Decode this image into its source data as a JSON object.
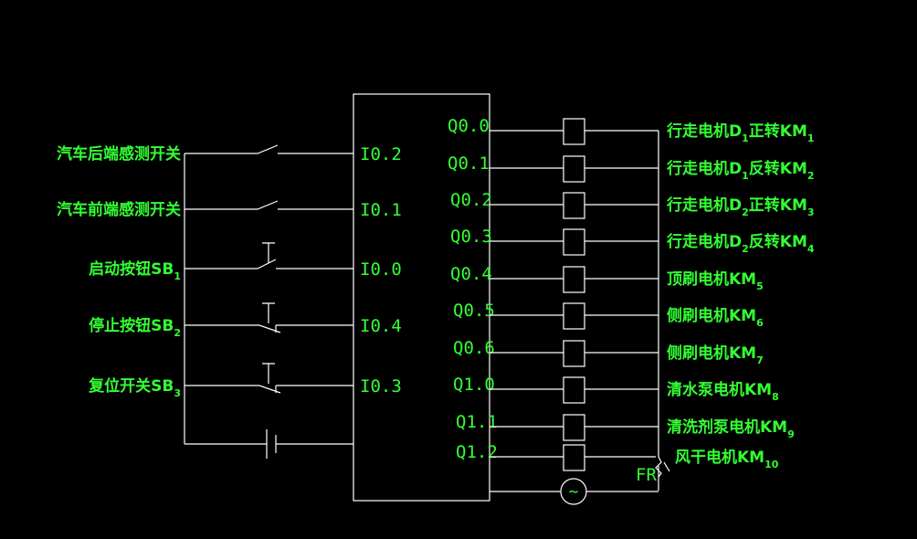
{
  "inputs": [
    {
      "label": "汽车后端感测开关",
      "sub": "",
      "address": "I0.2",
      "contact": "switch"
    },
    {
      "label": "汽车前端感测开关",
      "sub": "",
      "address": "I0.1",
      "contact": "switch"
    },
    {
      "label": "启动按钮SB",
      "sub": "1",
      "address": "I0.0",
      "contact": "pushbutton-no"
    },
    {
      "label": "停止按钮SB",
      "sub": "2",
      "address": "I0.4",
      "contact": "pushbutton-nc"
    },
    {
      "label": "复位开关SB",
      "sub": "3",
      "address": "I0.3",
      "contact": "pushbutton-nc"
    }
  ],
  "outputs": [
    {
      "address": "Q0.0",
      "label": "行走电机D",
      "sub1": "1",
      "mid": "正转KM",
      "sub2": "1"
    },
    {
      "address": "Q0.1",
      "label": "行走电机D",
      "sub1": "1",
      "mid": "反转KM",
      "sub2": "2"
    },
    {
      "address": "Q0.2",
      "label": "行走电机D",
      "sub1": "2",
      "mid": "正转KM",
      "sub2": "3"
    },
    {
      "address": "Q0.3",
      "label": "行走电机D",
      "sub1": "2",
      "mid": "反转KM",
      "sub2": "4"
    },
    {
      "address": "Q0.4",
      "label": "顶刷电机KM",
      "sub1": "5",
      "mid": "",
      "sub2": ""
    },
    {
      "address": "Q0.5",
      "label": "侧刷电机KM",
      "sub1": "6",
      "mid": "",
      "sub2": ""
    },
    {
      "address": "Q0.6",
      "label": "侧刷电机KM",
      "sub1": "7",
      "mid": "",
      "sub2": ""
    },
    {
      "address": "Q1.0",
      "label": "清水泵电机KM",
      "sub1": "8",
      "mid": "",
      "sub2": ""
    },
    {
      "address": "Q1.1",
      "label": "清洗剂泵电机KM",
      "sub1": "9",
      "mid": "",
      "sub2": ""
    },
    {
      "address": "Q1.2",
      "label": "风干电机KM",
      "sub1": "10",
      "mid": "",
      "sub2": ""
    }
  ],
  "overload_label": "FR",
  "ac_source_symbol": "~",
  "colors": {
    "text": "#33ff33",
    "wire": "#ffffff",
    "background": "#000000"
  }
}
